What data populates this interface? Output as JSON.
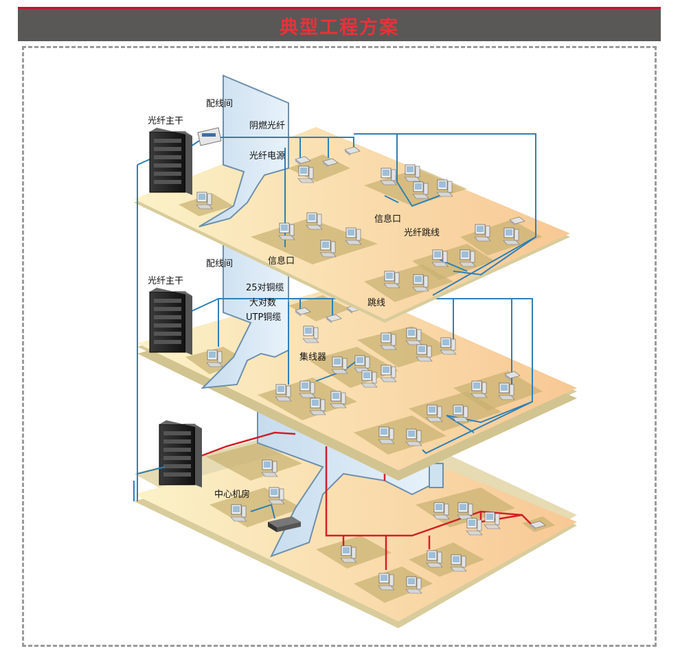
{
  "header": {
    "title": "典型工程方案"
  },
  "colors": {
    "accent": "#e8323a",
    "banner": "#5a5757",
    "fiber": "#2f7fb6",
    "copper": "#d31f26"
  },
  "labels": {
    "wiring_closet_top": "配线间",
    "fiber_backbone_top": "光纤主干",
    "flame_retardant_fiber": "阴燃光纤",
    "fiber_power": "光纤电源",
    "info_outlet_right": "信息口",
    "fiber_patch": "光纤跳线",
    "info_outlet_mid": "信息口",
    "wiring_closet_mid": "配线间",
    "fiber_backbone_mid": "光纤主干",
    "copper_25pair": "25对铜缆",
    "large_pair": "大对数",
    "utp_copper": "UTP铜缆",
    "patch": "跳线",
    "hub": "集线器",
    "data_center": "中心机房"
  }
}
